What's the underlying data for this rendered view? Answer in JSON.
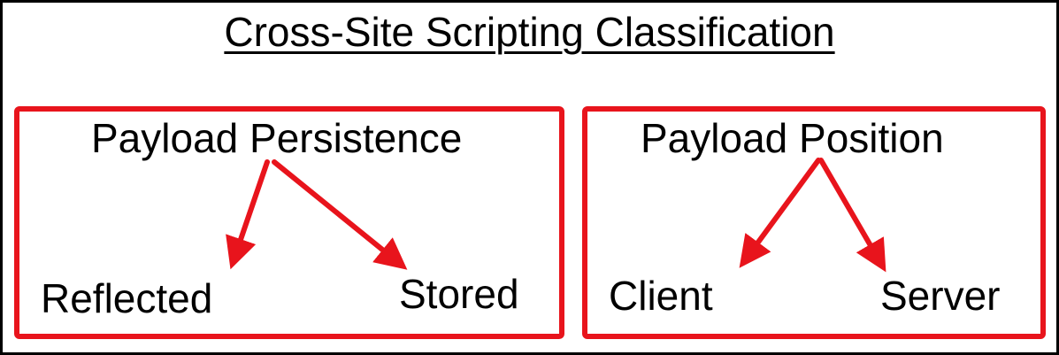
{
  "title": "Cross-Site Scripting Classification",
  "colors": {
    "border": "#000000",
    "accent": "#e8141c",
    "text": "#000000",
    "background": "#ffffff"
  },
  "groups": [
    {
      "heading": "Payload Persistence",
      "children": [
        "Reflected",
        "Stored"
      ]
    },
    {
      "heading": "Payload Position",
      "children": [
        "Client",
        "Server"
      ]
    }
  ]
}
